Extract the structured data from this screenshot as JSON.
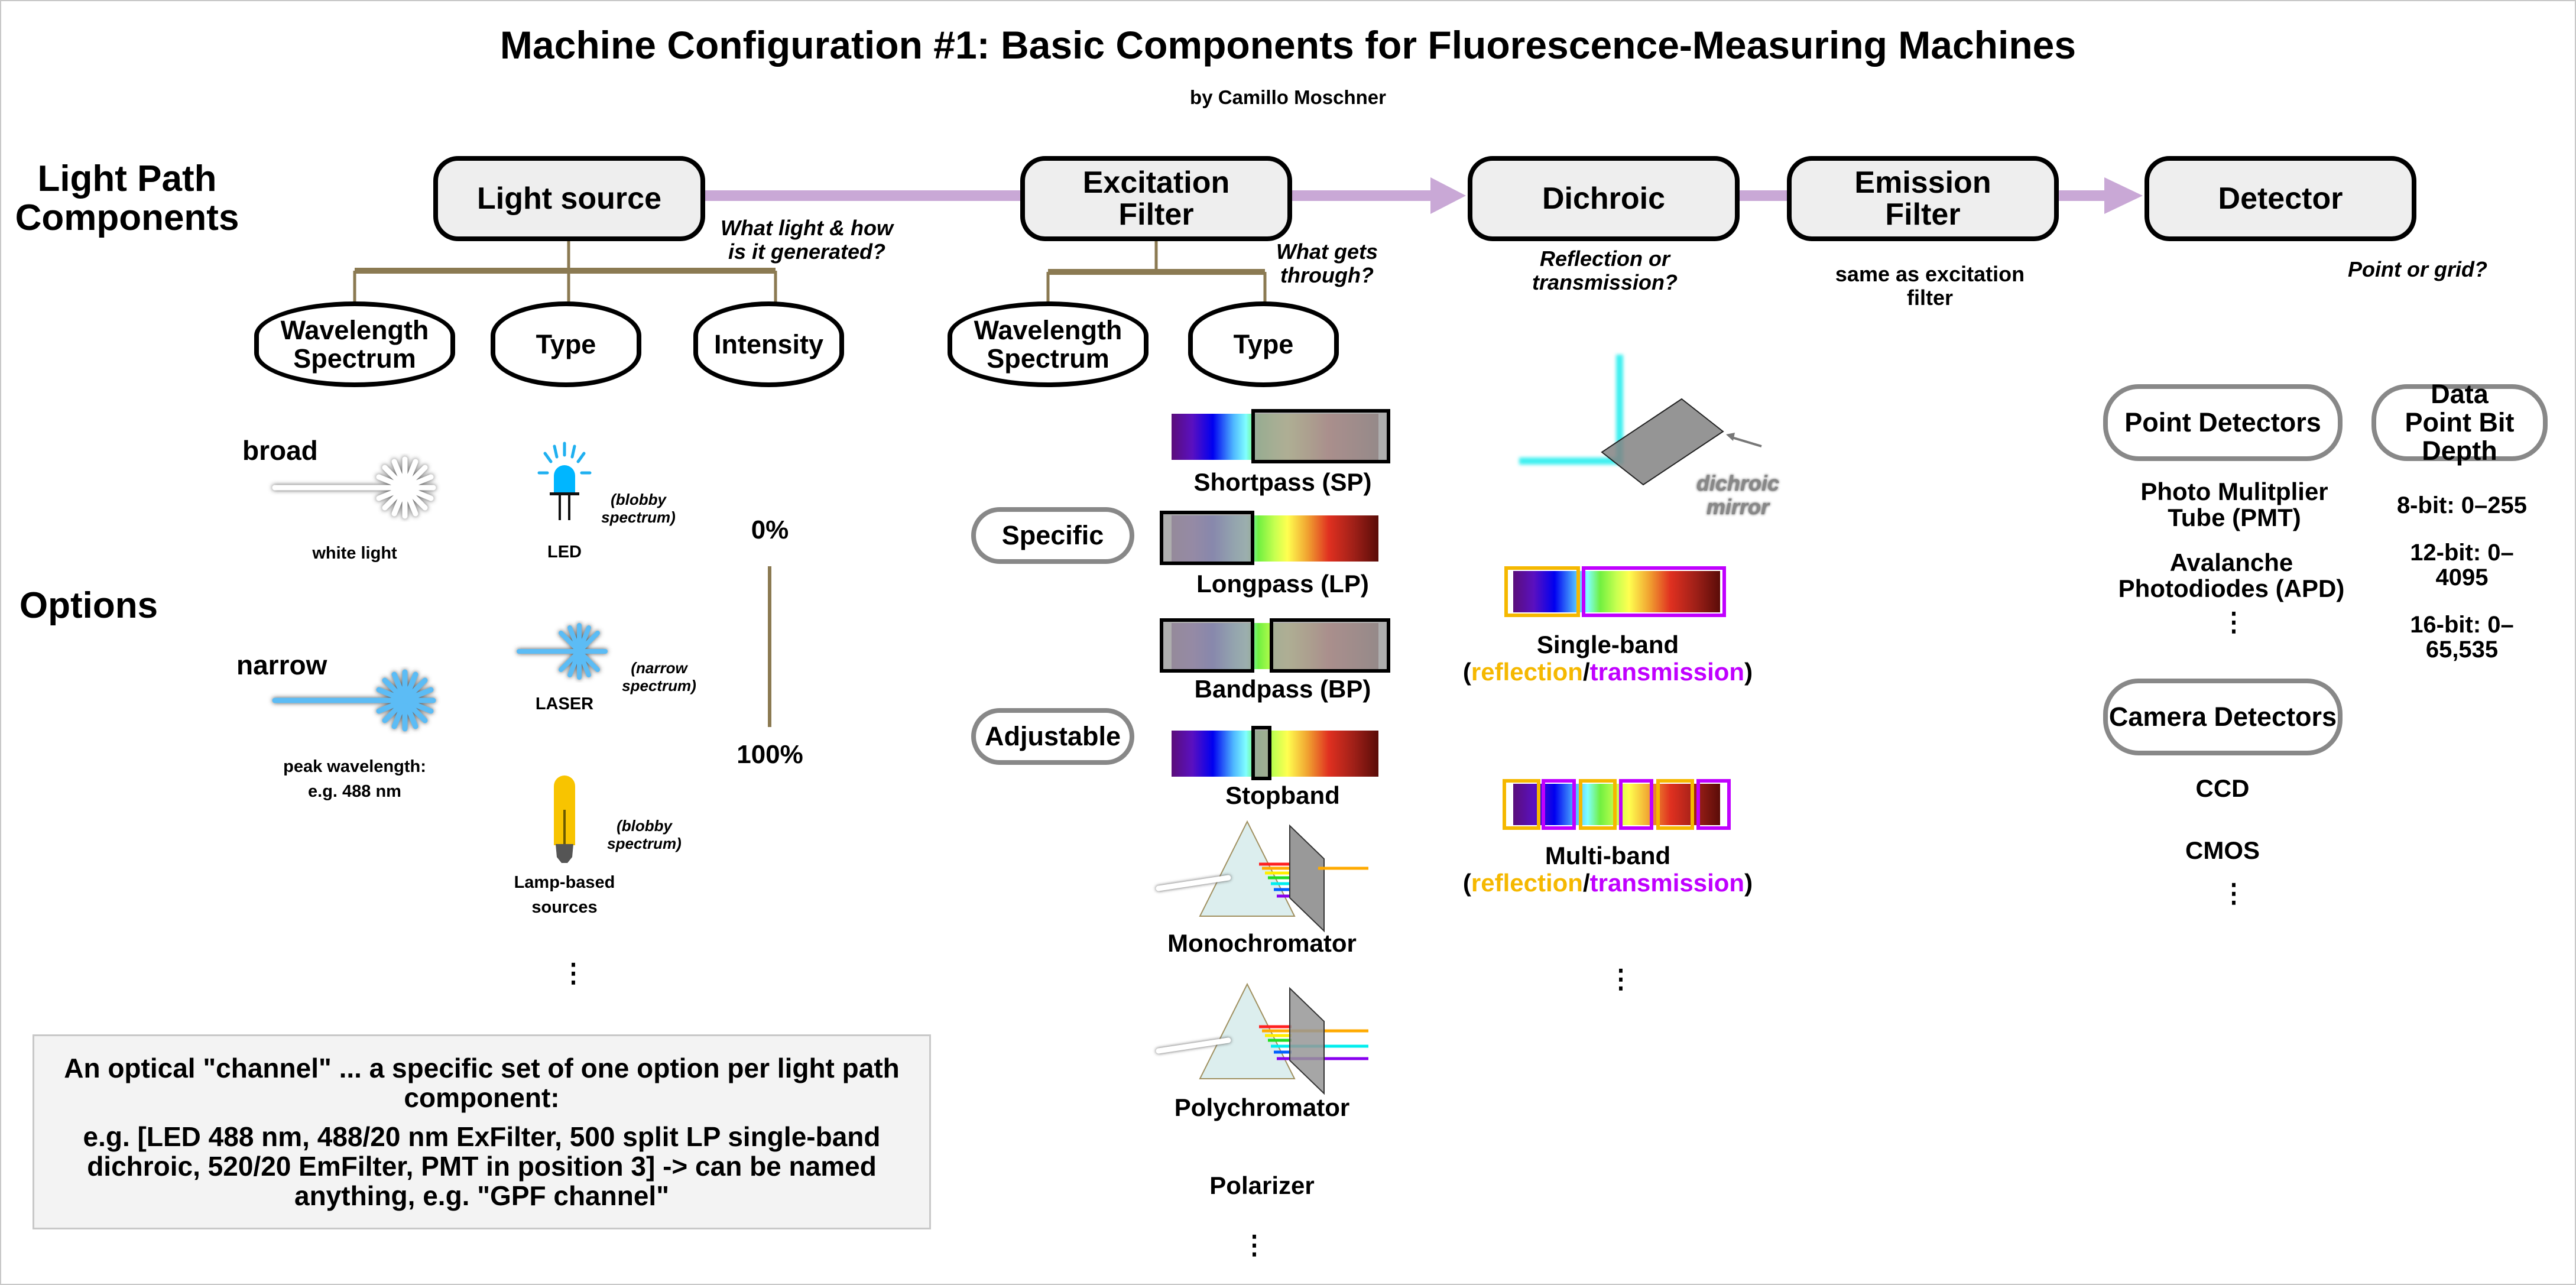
{
  "header": {
    "title": "Machine Configuration #1: Basic Components for Fluorescence-Measuring Machines",
    "subtitle": "by Camillo Moschner"
  },
  "row_labels": {
    "components": "Light Path Components",
    "options": "Options"
  },
  "colors": {
    "light_path_arrow": "#c9a8d6",
    "connector": "#8b7a52",
    "reflection": "#f5b800",
    "transmission": "#c000ff",
    "node_fill": "#eeeeee",
    "pill_border": "#888888",
    "summary_fill": "#f3f3f3"
  },
  "components": [
    {
      "label": "Light source",
      "question": "What light & how is it generated?"
    },
    {
      "label": "Excitation Filter",
      "question": "What gets through?"
    },
    {
      "label": "Dichroic",
      "question": "Reflection or transmission?"
    },
    {
      "label": "Emission Filter",
      "note": "same as excitation filter"
    },
    {
      "label": "Detector",
      "question": "Point or grid?"
    }
  ],
  "light_source": {
    "properties": [
      "Wavelength Spectrum",
      "Type",
      "Intensity"
    ],
    "spectrum": {
      "broad": {
        "label": "broad",
        "caption": "white light",
        "icon": "white-light-star-icon"
      },
      "narrow": {
        "label": "narrow",
        "caption_line1": "peak wavelength:",
        "caption_line2": "e.g. 488 nm",
        "icon": "blue-light-star-icon"
      }
    },
    "types": [
      {
        "label": "LED",
        "note": "(blobby spectrum)",
        "icon": "led-icon"
      },
      {
        "label": "LASER",
        "note": "(narrow spectrum)",
        "icon": "laser-icon"
      },
      {
        "label": "Lamp-based sources",
        "note": "(blobby spectrum)",
        "icon": "lamp-bulb-icon"
      }
    ],
    "types_more": "⋮",
    "intensity": {
      "min_label": "0%",
      "max_label": "100%"
    }
  },
  "excitation_filter": {
    "properties": [
      "Wavelength Spectrum",
      "Type"
    ],
    "categories": {
      "specific": "Specific",
      "adjustable": "Adjustable"
    },
    "types": [
      {
        "label": "Shortpass (SP)",
        "category": "specific"
      },
      {
        "label": "Longpass (LP)",
        "category": "specific"
      },
      {
        "label": "Bandpass (BP)",
        "category": "specific"
      },
      {
        "label": "Stopband",
        "category": "adjustable"
      },
      {
        "label": "Monochromator",
        "category": "adjustable"
      },
      {
        "label": "Polychromator",
        "category": "adjustable"
      },
      {
        "label": "Polarizer"
      }
    ],
    "more": "⋮"
  },
  "dichroic": {
    "mirror_label": "dichroic mirror",
    "single_band": {
      "title": "Single-band",
      "open": "(",
      "reflection": "reflection",
      "slash": "/",
      "transmission": "transmission",
      "close": ")"
    },
    "multi_band": {
      "title": "Multi-band",
      "open": "(",
      "reflection": "reflection",
      "slash": "/",
      "transmission": "transmission",
      "close": ")"
    },
    "more": "⋮"
  },
  "detector": {
    "point": {
      "label": "Point Detectors",
      "items": [
        "Photo Mulitplier Tube (PMT)",
        "Avalanche Photodiodes (APD)"
      ],
      "more": "⋮"
    },
    "camera": {
      "label": "Camera Detectors",
      "items": [
        "CCD",
        "CMOS"
      ],
      "more": "⋮"
    },
    "bit_depth": {
      "label": "Data Point Bit Depth",
      "items": [
        "8-bit: 0–255",
        "12-bit: 0–4095",
        "16-bit: 0–65,535"
      ]
    }
  },
  "summary": {
    "line1": "An optical \"channel\" ... a specific set of one option per light path component:",
    "line2": "e.g. [LED 488 nm, 488/20 nm ExFilter, 500 split LP single-band dichroic, 520/20 EmFilter, PMT in position 3] -> can be named anything, e.g. \"GPF channel\""
  }
}
